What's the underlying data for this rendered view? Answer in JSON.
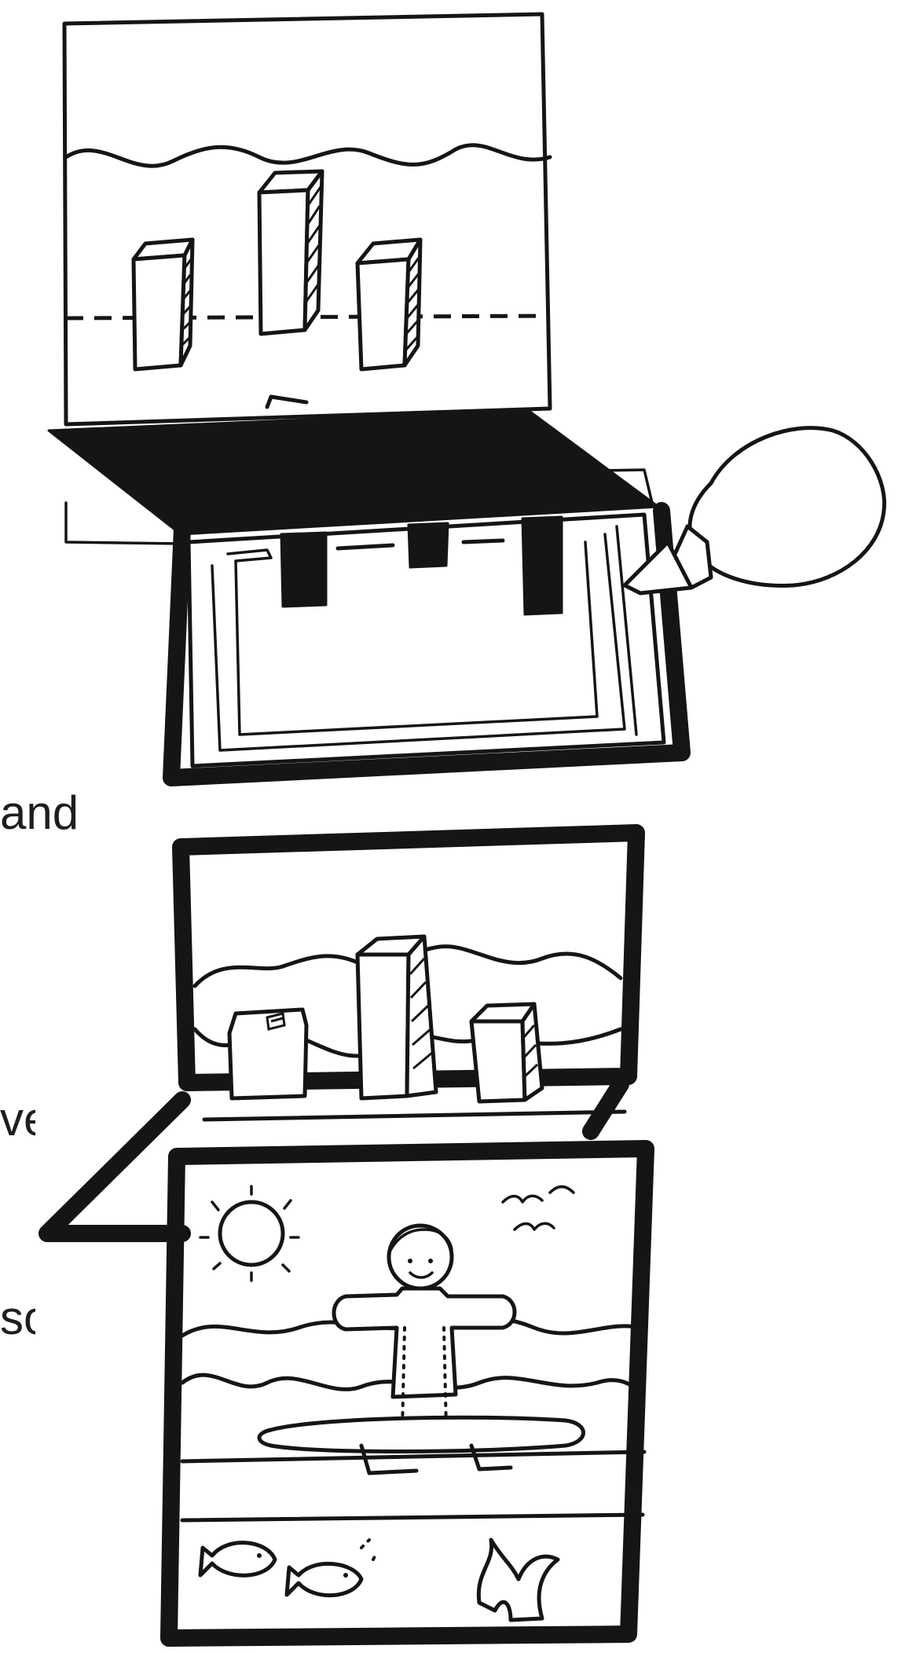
{
  "text_fragments": {
    "fragment_1": "and",
    "fragment_2": "ve",
    "fragment_3": "so"
  },
  "illustration": {
    "style": "black-and-white line drawing",
    "panels": [
      "pop-up-card-with-glue-bottle",
      "folded-card-with-waves",
      "card-with-surfer-scene"
    ]
  }
}
